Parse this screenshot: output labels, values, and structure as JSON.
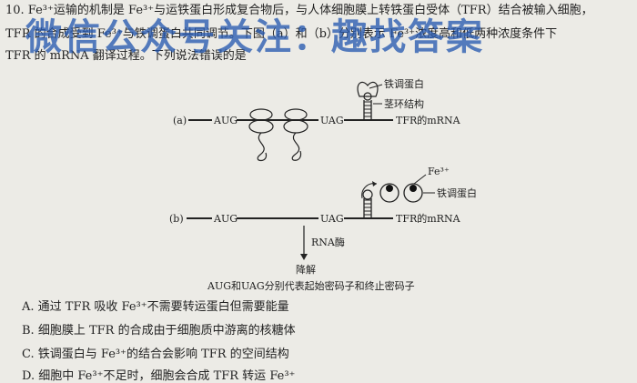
{
  "question": {
    "line1": "10. Fe³⁺运输的机制是 Fe³⁺与运铁蛋白形成复合物后，与人体细胞膜上转铁蛋白受体（TFR）结合被输入细胞，",
    "line2": "TFR 的合成受到 Fe³⁺与铁调蛋白共同调节。下图（a）和（b）分别表示 Fe³⁺浓度高和低两种浓度条件下",
    "line3": "TFR 的 mRNA 翻译过程。下列说法错误的是"
  },
  "watermark": "微信公众号关注：趣找答案",
  "diagram": {
    "a": {
      "label": "(a)",
      "start": "AUG",
      "stop": "UAG",
      "mrna": "TFR的mRNA",
      "iron_protein": "铁调蛋白",
      "stem_loop": "茎环结构"
    },
    "b": {
      "label": "(b)",
      "start": "AUG",
      "stop": "UAG",
      "mrna": "TFR的mRNA",
      "fe": "Fe³⁺",
      "iron_protein": "铁调蛋白",
      "enzyme": "RNA酶",
      "degrade": "降解"
    },
    "caption": "AUG和UAG分别代表起始密码子和终止密码子"
  },
  "options": [
    {
      "letter": "A.",
      "text": "通过 TFR 吸收 Fe³⁺不需要转运蛋白但需要能量"
    },
    {
      "letter": "B.",
      "text": "细胞膜上 TFR 的合成由于细胞质中游离的核糖体"
    },
    {
      "letter": "C.",
      "text": "铁调蛋白与 Fe³⁺的结合会影响 TFR 的空间结构"
    },
    {
      "letter": "D.",
      "text": "细胞中 Fe³⁺不足时，细胞会合成 TFR 转运 Fe³⁺"
    }
  ]
}
